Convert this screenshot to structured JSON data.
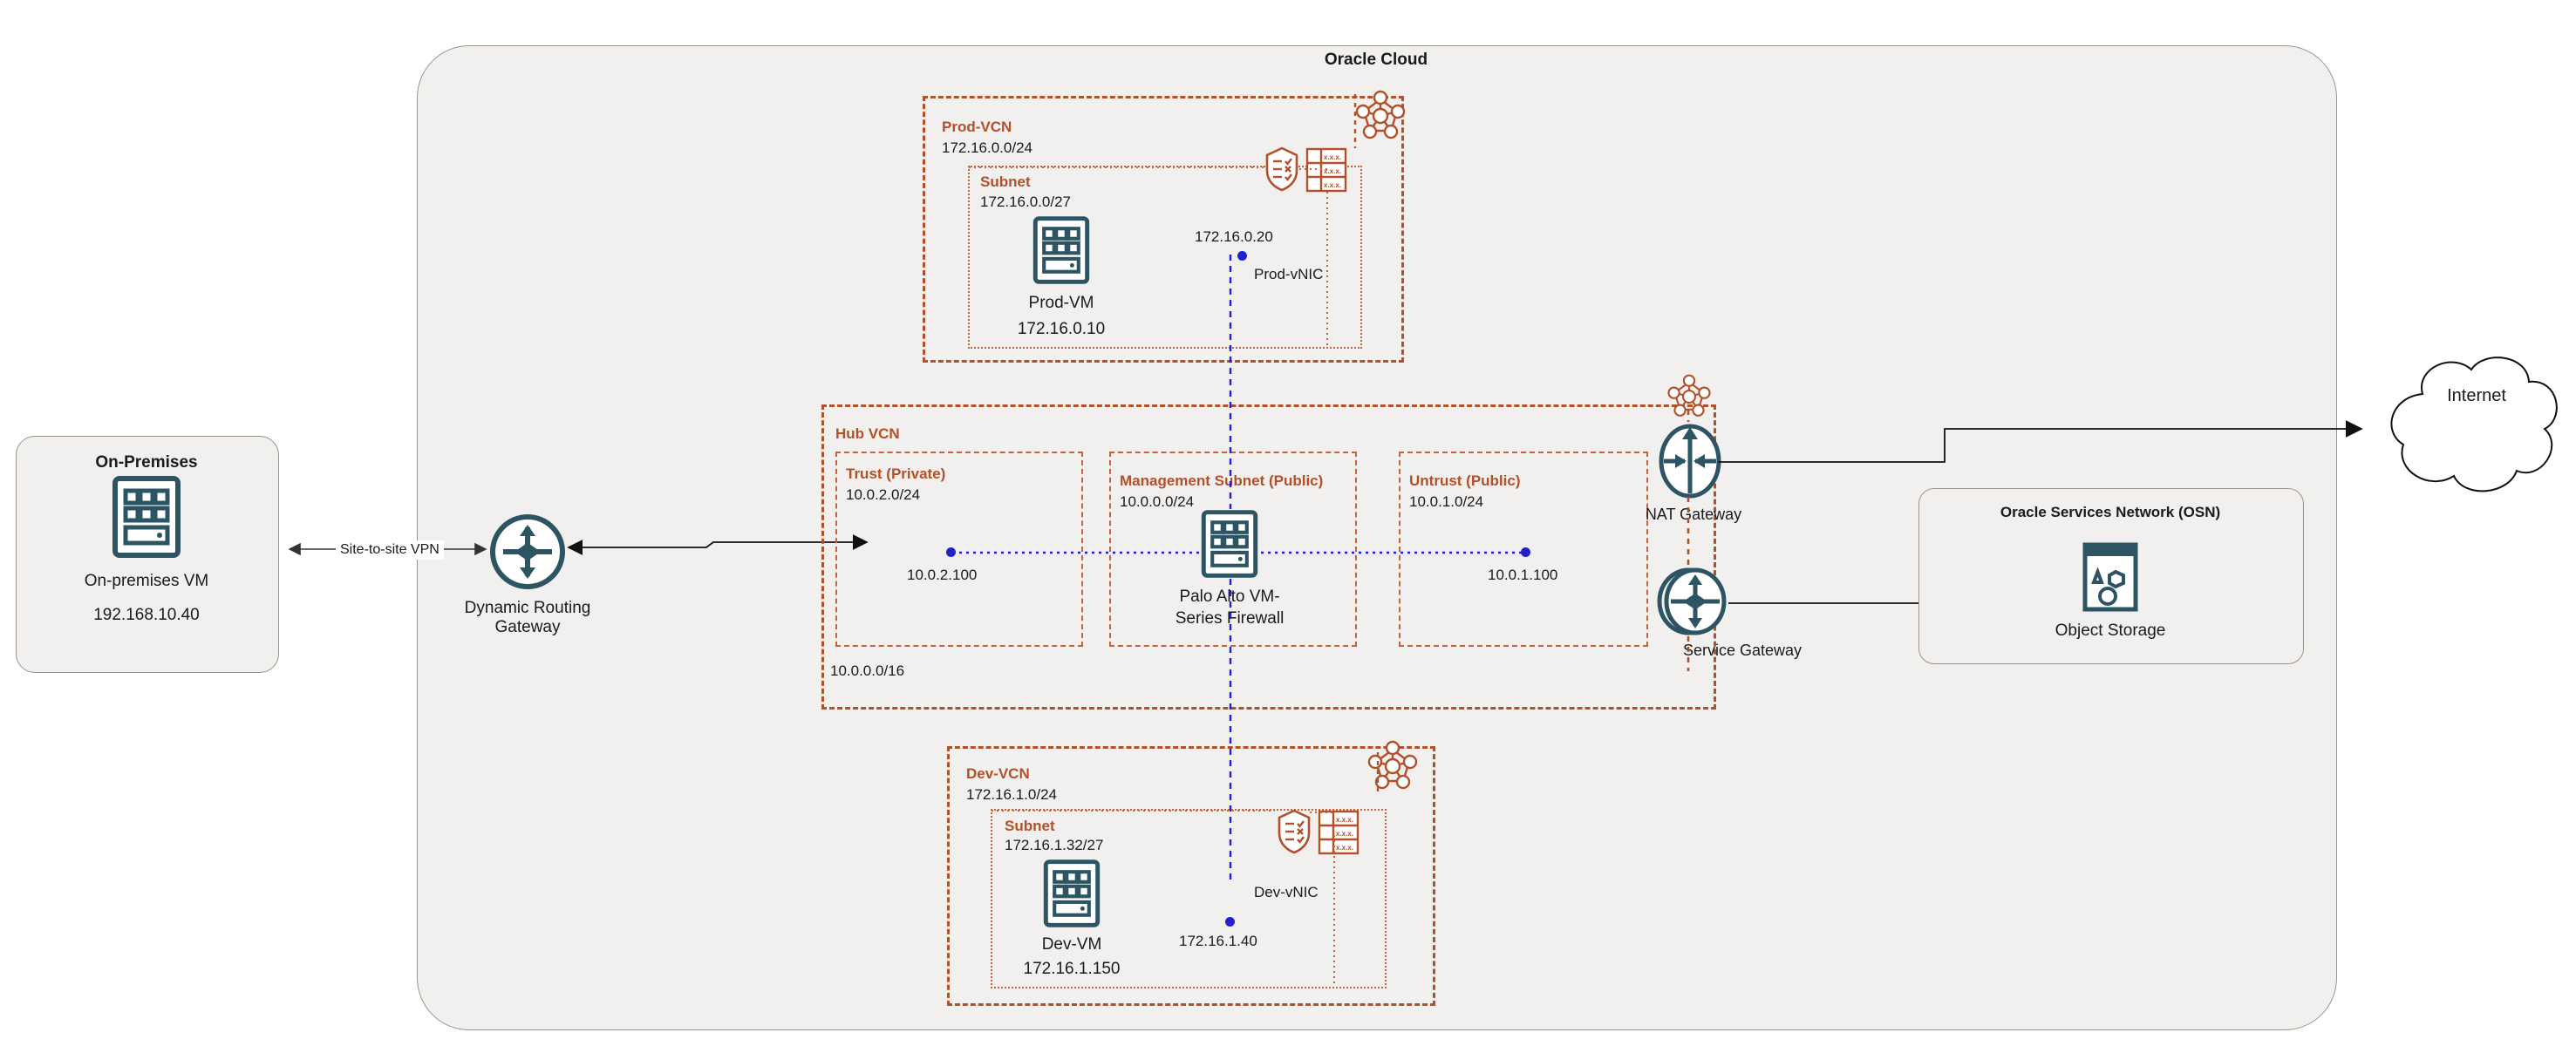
{
  "on_premises": {
    "title": "On-Premises",
    "vm_name": "On-premises VM",
    "vm_ip": "192.168.10.40",
    "icon": "server-vm-icon"
  },
  "vpn_link": {
    "label": "Site-to-site VPN"
  },
  "oracle_cloud": {
    "title": "Oracle Cloud"
  },
  "drg": {
    "label_line1": "Dynamic Routing",
    "label_line2": "Gateway",
    "icon": "drg-router-icon"
  },
  "prod_vcn": {
    "name": "Prod-VCN",
    "cidr": "172.16.0.0/24",
    "subnet": {
      "name": "Subnet",
      "cidr": "172.16.0.0/27"
    },
    "vm": {
      "name": "Prod-VM",
      "ip": "172.16.0.10",
      "icon": "server-vm-icon"
    },
    "vnic": {
      "name": "Prod-vNIC",
      "ip": "172.16.0.20"
    },
    "icons": {
      "vcn": "vcn-mesh-icon",
      "security": "security-list-shield-icon",
      "route": "route-table-icon"
    }
  },
  "dev_vcn": {
    "name": "Dev-VCN",
    "cidr": "172.16.1.0/24",
    "subnet": {
      "name": "Subnet",
      "cidr": "172.16.1.32/27"
    },
    "vm": {
      "name": "Dev-VM",
      "ip": "172.16.1.150",
      "icon": "server-vm-icon"
    },
    "vnic": {
      "name": "Dev-vNIC",
      "ip": "172.16.1.40"
    },
    "icons": {
      "vcn": "vcn-mesh-icon",
      "security": "security-list-shield-icon",
      "route": "route-table-icon"
    }
  },
  "hub_vcn": {
    "name": "Hub VCN",
    "cidr": "10.0.0.0/16",
    "subnets": [
      {
        "name": "Trust (Private)",
        "cidr": "10.0.2.0/24",
        "endpoint_ip": "10.0.2.100"
      },
      {
        "name": "Management Subnet (Public)",
        "cidr": "10.0.0.0/24",
        "endpoint_ip": ""
      },
      {
        "name": "Untrust (Public)",
        "cidr": "10.0.1.0/24",
        "endpoint_ip": "10.0.1.100"
      }
    ],
    "firewall": {
      "label_line1": "Palo Alto VM-",
      "label_line2": "Series Firewall",
      "icon": "firewall-vm-icon"
    }
  },
  "nat_gateway": {
    "label": "NAT Gateway",
    "icon": "nat-gateway-icon"
  },
  "service_gateway": {
    "label": "Service Gateway",
    "icon": "service-gateway-icon"
  },
  "osn": {
    "title": "Oracle Services Network (OSN)",
    "object_storage": {
      "label": "Object Storage",
      "icon": "object-storage-icon"
    }
  },
  "internet": {
    "label": "Internet",
    "icon": "internet-cloud-icon"
  },
  "colors": {
    "oracle_red": "#b2502a",
    "subnet_red": "#c2643c",
    "teal": "#2c5463",
    "vnic_blue": "#2222cc",
    "panel_bg": "#f2f0ee",
    "panel_border": "#9b948c"
  }
}
